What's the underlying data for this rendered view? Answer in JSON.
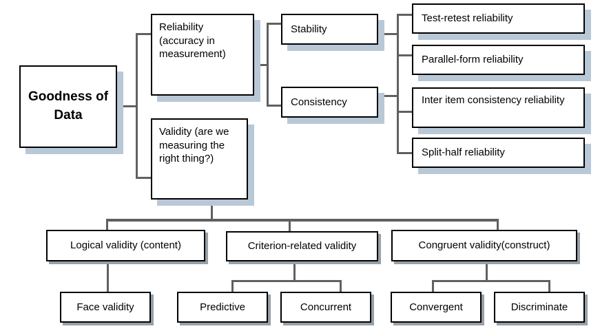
{
  "diagram": {
    "type": "hierarchy-flowchart",
    "topic": "Goodness of Data"
  },
  "nodes": {
    "root": {
      "label": "Goodness of Data"
    },
    "reliability": {
      "label": "Reliability (accuracy in measurement)"
    },
    "validity": {
      "label": "Validity (are we measuring the right thing?)"
    },
    "stability": {
      "label": "Stability"
    },
    "consistency": {
      "label": "Consistency"
    },
    "test_retest": {
      "label": "Test-retest reliability"
    },
    "parallel_form": {
      "label": "Parallel-form reliability"
    },
    "inter_item": {
      "label": "Inter item consistency reliability"
    },
    "split_half": {
      "label": "Split-half reliability"
    },
    "logical": {
      "label": "Logical validity (content)"
    },
    "criterion": {
      "label": "Criterion-related validity"
    },
    "congruent": {
      "label": "Congruent validity(construct)"
    },
    "face": {
      "label": "Face validity"
    },
    "predictive": {
      "label": "Predictive"
    },
    "concurrent": {
      "label": "Concurrent"
    },
    "convergent": {
      "label": "Convergent"
    },
    "discriminate": {
      "label": "Discriminate"
    }
  },
  "edges": [
    {
      "from": "root",
      "to": "reliability"
    },
    {
      "from": "root",
      "to": "validity"
    },
    {
      "from": "reliability",
      "to": "stability"
    },
    {
      "from": "reliability",
      "to": "consistency"
    },
    {
      "from": "stability",
      "to": "test_retest"
    },
    {
      "from": "stability",
      "to": "parallel_form"
    },
    {
      "from": "consistency",
      "to": "inter_item"
    },
    {
      "from": "consistency",
      "to": "split_half"
    },
    {
      "from": "validity",
      "to": "logical"
    },
    {
      "from": "validity",
      "to": "criterion"
    },
    {
      "from": "validity",
      "to": "congruent"
    },
    {
      "from": "logical",
      "to": "face"
    },
    {
      "from": "criterion",
      "to": "predictive"
    },
    {
      "from": "criterion",
      "to": "concurrent"
    },
    {
      "from": "congruent",
      "to": "convergent"
    },
    {
      "from": "congruent",
      "to": "discriminate"
    }
  ],
  "colors": {
    "box_background": "#ffffff",
    "box_border": "#000000",
    "connector": "#606060",
    "shadow_top_boxes": "#b9c8d6",
    "shadow_bottom_boxes": "#97a0a8"
  }
}
